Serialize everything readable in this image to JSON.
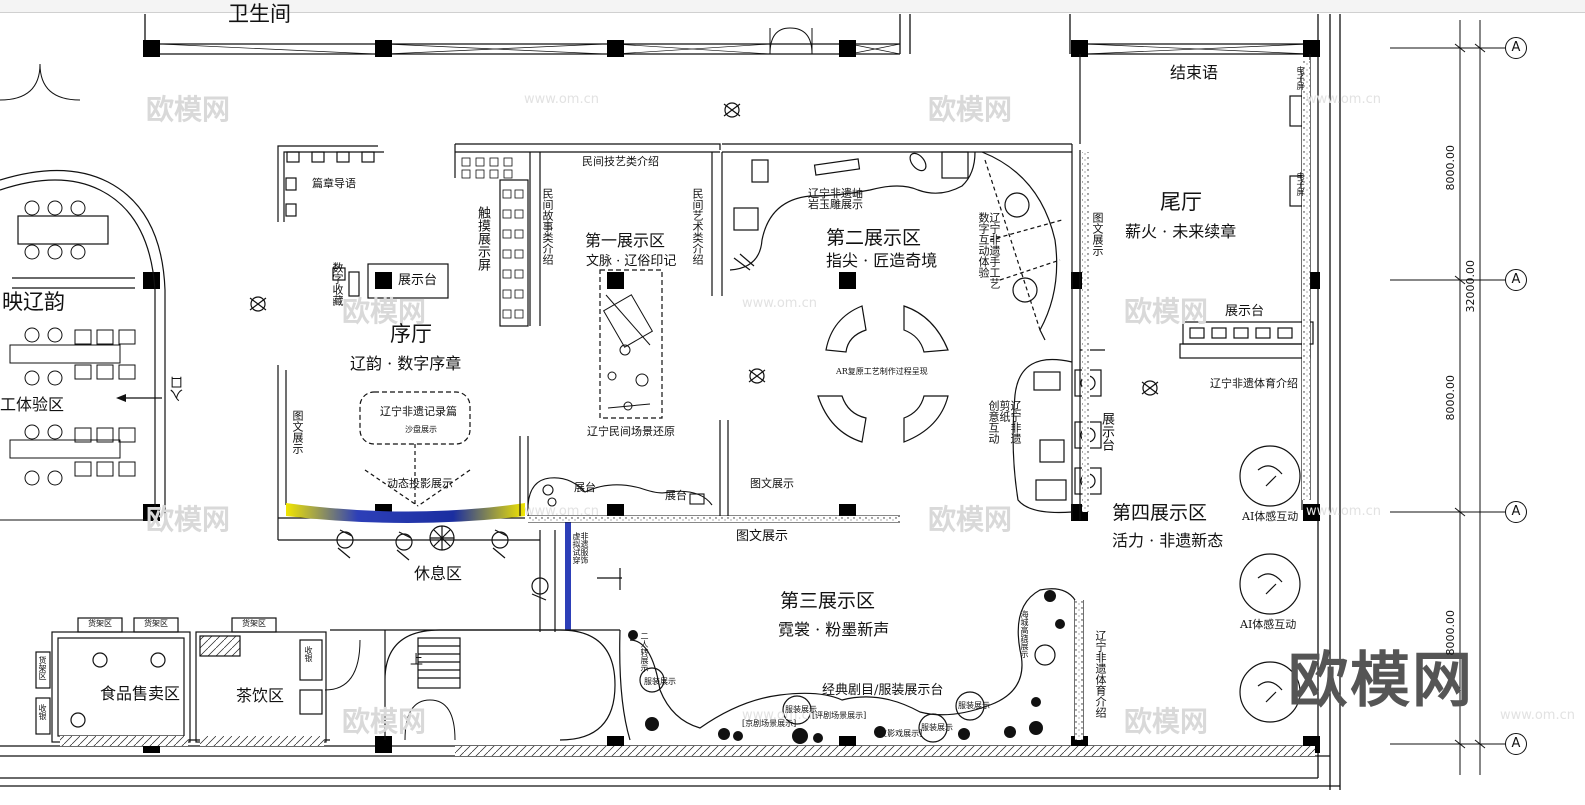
{
  "top_cut_label": "卫生间",
  "zones": {
    "prelude_hall": {
      "title": "序厅",
      "subtitle": "辽韵 · 数字序章"
    },
    "zone1": {
      "title": "第一展示区",
      "subtitle": "文脉 · 辽俗印记"
    },
    "zone2": {
      "title": "第二展示区",
      "subtitle": "指尖 · 匠造奇境"
    },
    "zone3": {
      "title": "第三展示区",
      "subtitle": "霓裳 · 粉墨新声"
    },
    "zone4": {
      "title": "第四展示区",
      "subtitle": "活力 · 非遗新态"
    },
    "tail_hall": {
      "title": "尾厅",
      "subtitle": "薪火 · 未来续章"
    },
    "left_cut_title": "映辽韵",
    "left_cut_sub": "工体验区"
  },
  "labels": {
    "chapter_guide": "篇章导语",
    "touch_screen": "触摸展示屏",
    "folk_skill_intro": "民间技艺类介绍",
    "folk_story_intro": "民间故事类介绍",
    "folk_art_intro": "民间艺术类介绍",
    "jade_carving": "辽宁非遗岫\n岩玉雕展示",
    "ar_restore": "AR复原工艺制作过程呈现",
    "folk_scene": "辽宁民间场景还原",
    "record_title": "辽宁非遗记录篇",
    "sand_table": "沙盘展示",
    "dynamic_projection": "动态投影展示",
    "display_stand_1": "展示台",
    "display_stand_2": "展示台",
    "display_stand_right": "展示台",
    "picture_display_left": "图文展示",
    "picture_display_mid": "图文展示",
    "picture_display_bottom": "图文展示",
    "picture_display_right": "图文展示",
    "stage_a": "展台",
    "stage_b": "展台",
    "rest_area": "休息区",
    "ending": "结束语",
    "heritage_intro": "辽宁非遗体育介绍",
    "heritage_intro_vertical": "辽宁非遗体育介绍",
    "ai_interaction_1": "AI体感互动",
    "ai_interaction_2": "AI体感互动",
    "classic_opera": "经典剧目/服装展示台",
    "food_sales": "食品售卖区",
    "tea_area": "茶饮区",
    "upstairs": "上",
    "digital_collection": "数字收藏",
    "heritage_craft_intro": "辽宁非遗手工艺\n数字互动体验",
    "paper_cut": "辽宁非遗\n剪纸\n创意互动",
    "costume_tryon": "非遗服饰\n虚拟试穿",
    "entrance": "入口",
    "electronic_screen_1": "电子屏",
    "electronic_screen_2": "电子屏",
    "costume_display_1": "服装展示",
    "costume_display_2": "服装展示",
    "costume_display_3": "服装展示",
    "costume_display_4": "服装展示",
    "opera_scene_1": "[京剧场景展示]",
    "opera_scene_2": "[评剧场景展示]",
    "opera_scene_3": "[皮影戏展示]",
    "scene_vertical_1": "二人转展示",
    "scene_vertical_2": "海城高跷展示",
    "shop_zone_1": "货架区",
    "shop_zone_2": "货架区",
    "shop_zone_3": "货架区",
    "shop_zone_4": "货架区",
    "shop_small_1": "收银",
    "shop_small_2": "收银"
  },
  "axis": {
    "bubbles": [
      "A",
      "A",
      "A",
      "A"
    ],
    "dimensions": [
      "8000.00",
      "32000.00",
      "8000.00",
      "8000.00"
    ]
  },
  "watermarks": {
    "brand": "欧模网",
    "url": "www.om.cn"
  }
}
